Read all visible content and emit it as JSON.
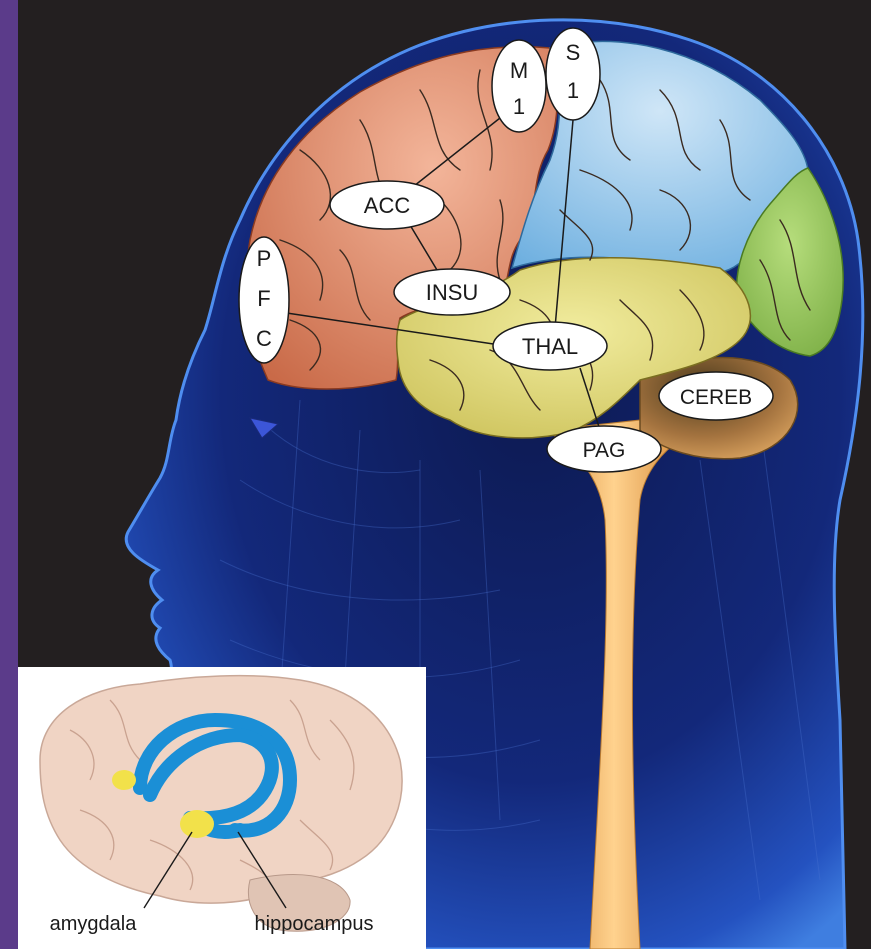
{
  "labels": {
    "m1_top": "M",
    "m1_bottom": "1",
    "s1_top": "S",
    "s1_bottom": "1",
    "acc": "ACC",
    "pfc_1": "P",
    "pfc_2": "F",
    "pfc_3": "C",
    "insu": "INSU",
    "thal": "THAL",
    "cereb": "CEREB",
    "pag": "PAG"
  },
  "inset": {
    "amygdala": "amygdala",
    "hippocampus": "hippocampus"
  },
  "colors": {
    "background": "#231f20",
    "side_bar": "#5b3b8a",
    "head": "#1c3f9e",
    "frontal": "#d9805f",
    "parietal": "#8fc3e8",
    "occipital": "#8cbf52",
    "temporal": "#d9d16a",
    "cerebellum": "#d39a5c",
    "brainstem": "#f0b56a",
    "inset_brain": "#f0d4c4",
    "inset_hippocampus": "#1b8fd6",
    "inset_amygdala": "#f2e14a"
  }
}
